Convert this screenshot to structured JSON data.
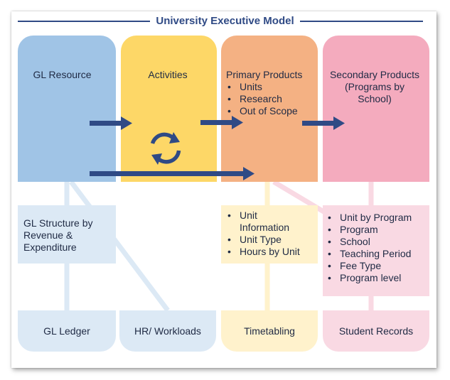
{
  "title": "University Executive Model",
  "columns": {
    "gl_resource": "GL Resource",
    "activities": "Activities",
    "primary": {
      "title": "Primary Products",
      "items": [
        "Units",
        "Research",
        "Out of Scope"
      ]
    },
    "secondary": {
      "title_line1": "Secondary Products",
      "title_line2": "(Programs by",
      "title_line3": "School)"
    }
  },
  "middle": {
    "gl_structure": [
      "GL Structure by",
      "Revenue &",
      "Expenditure"
    ],
    "unit_info": [
      "Unit Information",
      "Unit Type",
      "Hours by Unit"
    ],
    "unit_info_first_line1": "Unit",
    "unit_info_first_line2": "Information",
    "program_info": [
      "Unit by Program",
      "Program",
      "School",
      "Teaching Period",
      "Fee Type",
      "Program level"
    ]
  },
  "bottom": {
    "gl_ledger": "GL Ledger",
    "hr_workloads": "HR/ Workloads",
    "timetabling": "Timetabling",
    "student_records": "Student Records"
  },
  "colors": {
    "title": "#2f4a85",
    "arrow": "#2f4a85",
    "gl": "#a0c4e6",
    "activities": "#fdd767",
    "primary": "#f4b183",
    "secondary": "#f4abbe",
    "gl_light": "#dce9f5",
    "primary_light": "#fff2cc",
    "secondary_light": "#f9d9e3"
  },
  "icons": {
    "cycle": "refresh-cycle-icon"
  }
}
